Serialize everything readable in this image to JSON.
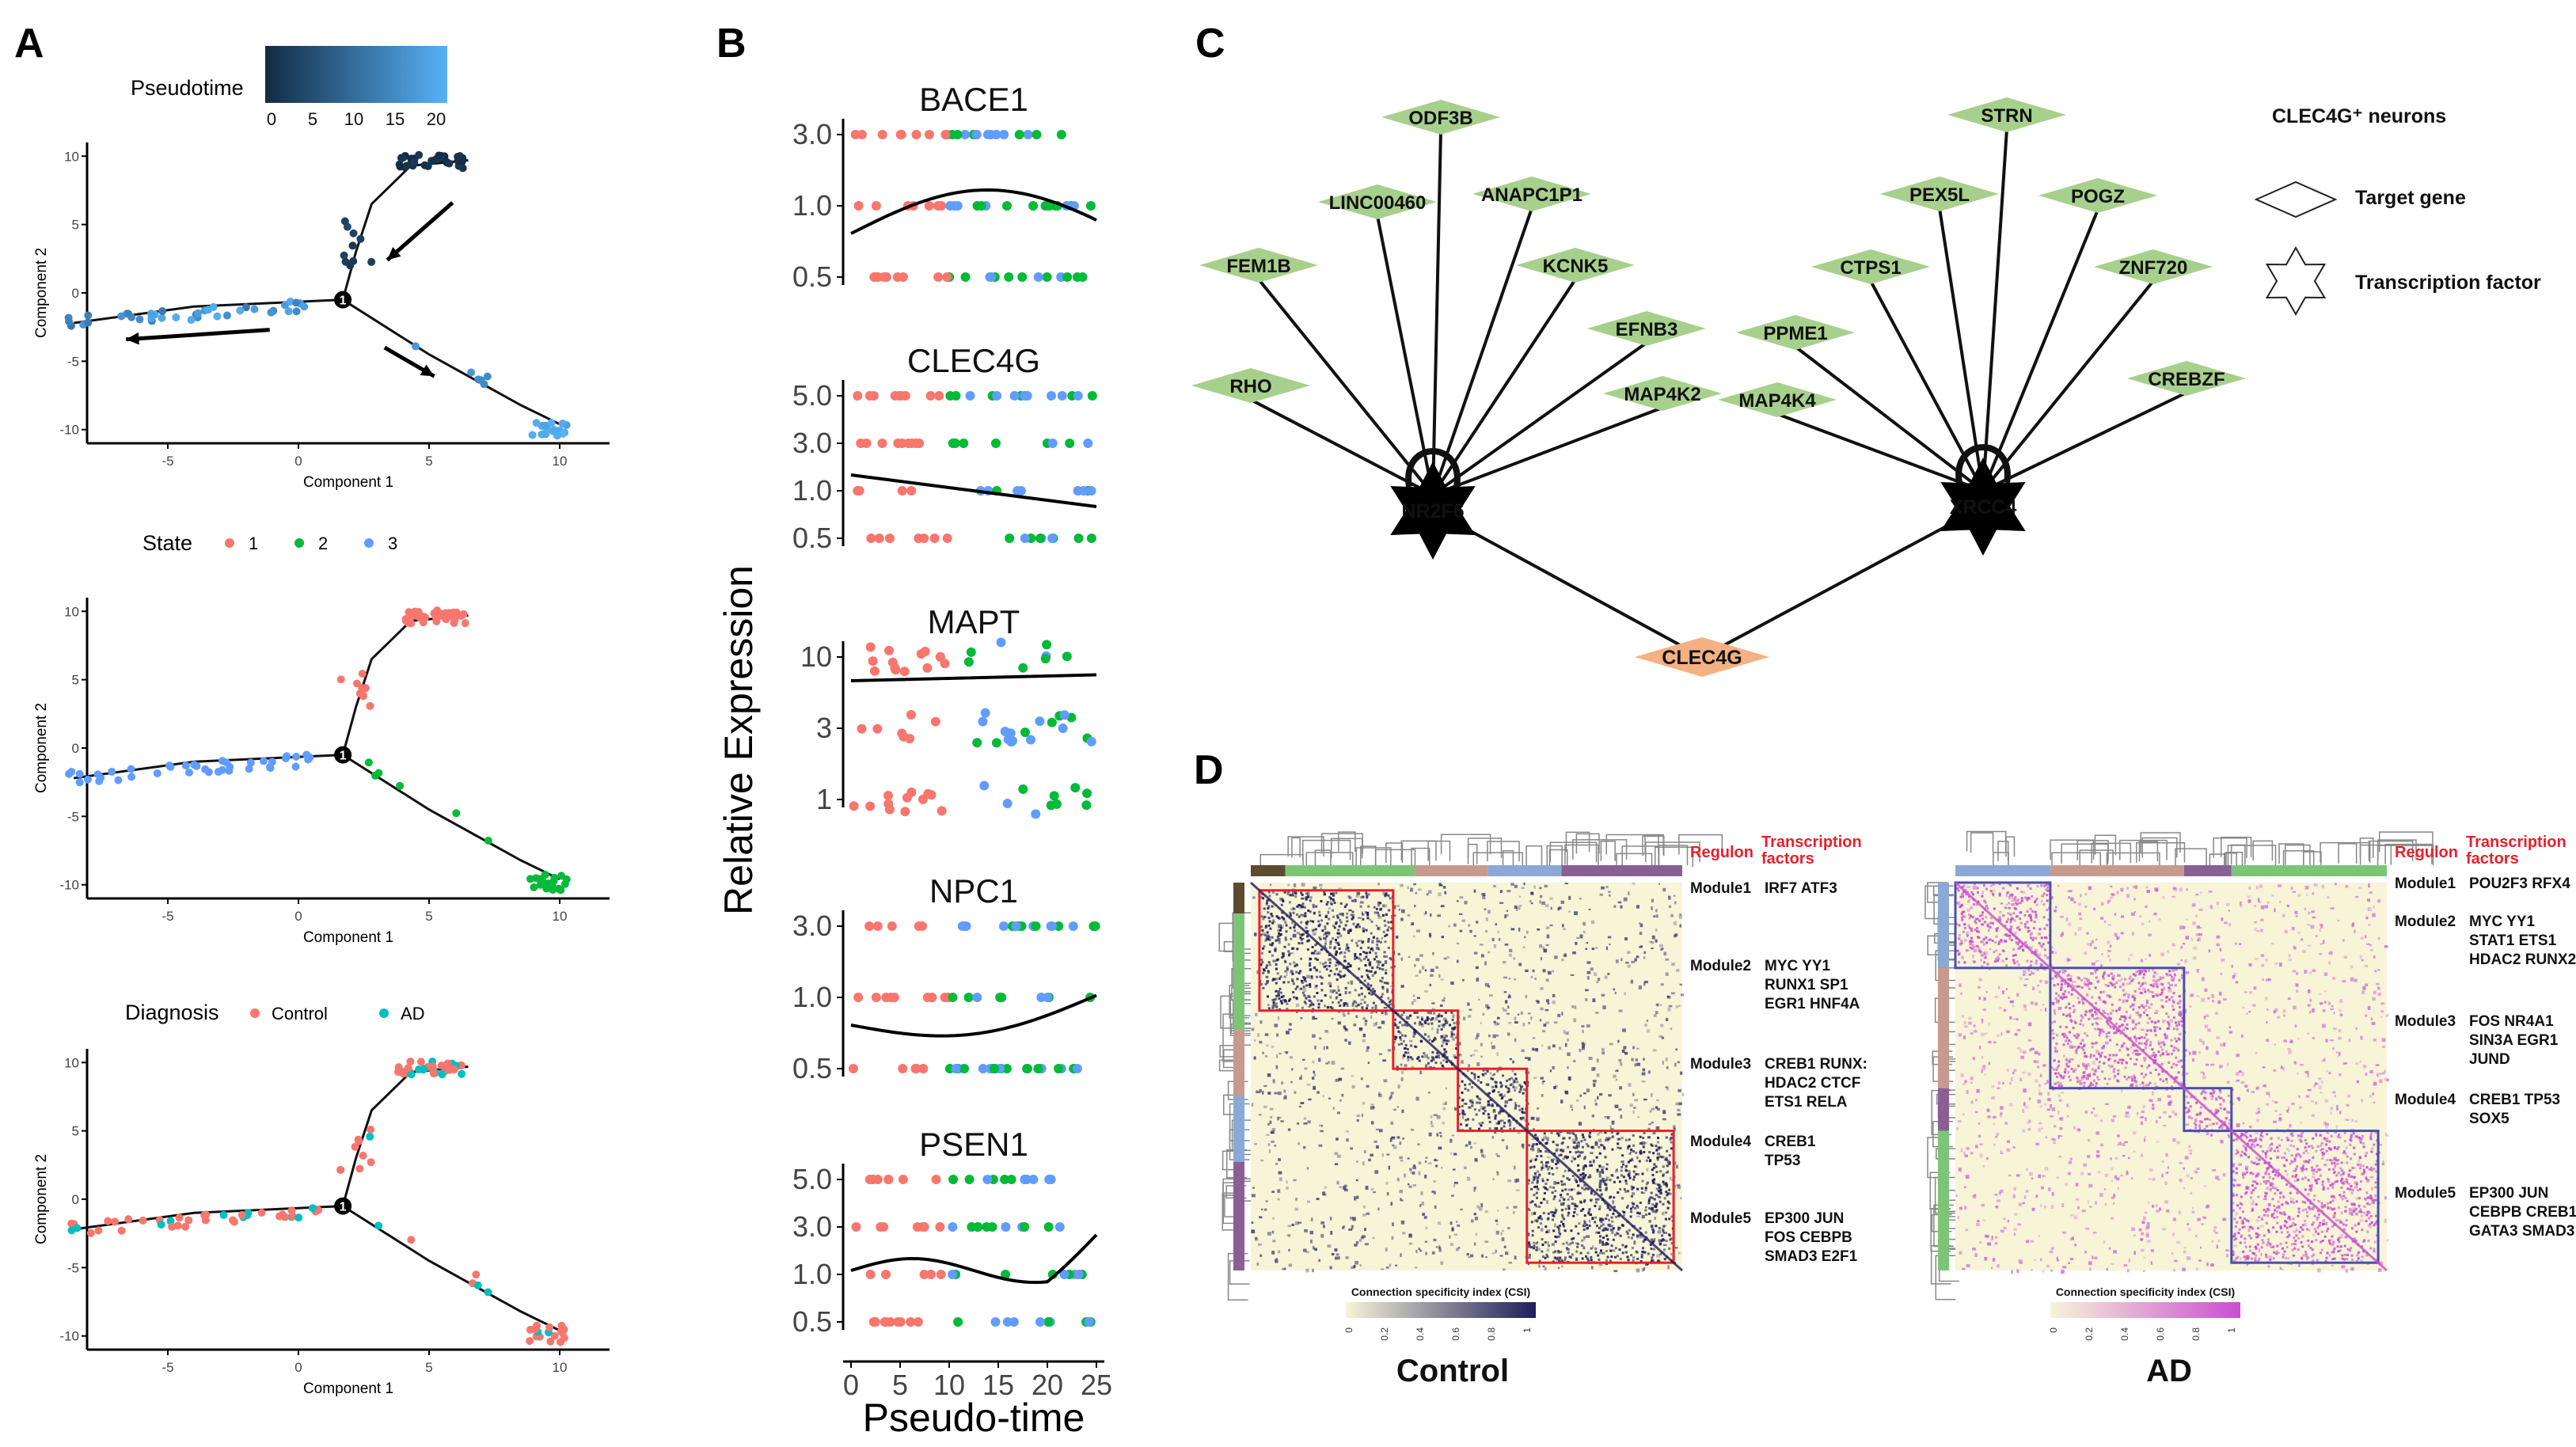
{
  "panels": {
    "A": {
      "letter": "A",
      "pseudotime_legend": {
        "title": "Pseudotime",
        "ticks": [
          "0",
          "5",
          "10",
          "15",
          "20"
        ],
        "colors": [
          "#132b43",
          "#56b1f7"
        ]
      },
      "state_legend": {
        "title": "State",
        "items": [
          {
            "label": "1",
            "color": "#f8766d"
          },
          {
            "label": "2",
            "color": "#00ba38"
          },
          {
            "label": "3",
            "color": "#619cff"
          }
        ]
      },
      "diagnosis_legend": {
        "title": "Diagnosis",
        "items": [
          {
            "label": "Control",
            "color": "#f8766d"
          },
          {
            "label": "AD",
            "color": "#00bfc4"
          }
        ]
      },
      "xlabel": "Component 1",
      "ylabel": "Component 2",
      "xticks": [
        "-5",
        "0",
        "5",
        "10"
      ],
      "yticks": [
        "10",
        "5",
        "0",
        "-5",
        "-10"
      ],
      "branch_node": "1"
    },
    "B": {
      "letter": "B",
      "ylabel": "Relative Expression",
      "xlabel": "Pseudo-time",
      "xticks": [
        "0",
        "5",
        "10",
        "15",
        "20",
        "25"
      ],
      "state_colors": [
        "#f8766d",
        "#00ba38",
        "#619cff"
      ],
      "genes": [
        {
          "name": "BACE1",
          "yticks": [
            "3.0",
            "1.0",
            "0.5"
          ]
        },
        {
          "name": "CLEC4G",
          "yticks": [
            "5.0",
            "3.0",
            "1.0",
            "0.5"
          ]
        },
        {
          "name": "MAPT",
          "yticks": [
            "10",
            "3",
            "1"
          ]
        },
        {
          "name": "NPC1",
          "yticks": [
            "3.0",
            "1.0",
            "0.5"
          ]
        },
        {
          "name": "PSEN1",
          "yticks": [
            "5.0",
            "3.0",
            "1.0",
            "0.5"
          ]
        }
      ]
    },
    "C": {
      "letter": "C",
      "legend": {
        "title": "CLEC4G⁺ neurons",
        "target": "Target gene",
        "tf": "Transcription factor"
      },
      "hubs": [
        "NR2F6",
        "XRCC4"
      ],
      "center": "CLEC4G",
      "left_targets": [
        "ODF3B",
        "LINC00460",
        "ANAPC1P1",
        "FEM1B",
        "KCNK5",
        "EFNB3",
        "RHO",
        "MAP4K2"
      ],
      "right_targets": [
        "STRN",
        "PEX5L",
        "POGZ",
        "CTPS1",
        "ZNF720",
        "PPME1",
        "CREBZF",
        "MAP4K4"
      ],
      "colors": {
        "target": "#a8d08d",
        "tf": "#7f9fd6",
        "center": "#f4b183"
      }
    },
    "D": {
      "letter": "D",
      "regulon_label": "Regulon",
      "tf_label": [
        "Transcription",
        "factors"
      ],
      "csi_title": "Connection specificity index (CSI)",
      "csi_ticks": [
        "0",
        "0.2",
        "0.4",
        "0.6",
        "0.8",
        "1"
      ],
      "control": {
        "label": "Control",
        "modules": [
          {
            "name": "Module1",
            "tfs": [
              "IRF7 ATF3"
            ]
          },
          {
            "name": "Module2",
            "tfs": [
              "MYC YY1",
              "RUNX1 SP1",
              "EGR1 HNF4A"
            ]
          },
          {
            "name": "Module3",
            "tfs": [
              "CREB1 RUNX:",
              "HDAC2 CTCF",
              "ETS1 RELA"
            ]
          },
          {
            "name": "Module4",
            "tfs": [
              "CREB1",
              "TP53"
            ]
          },
          {
            "name": "Module5",
            "tfs": [
              "EP300 JUN",
              "FOS CEBPB",
              "SMAD3 E2F1"
            ]
          }
        ],
        "colors": {
          "low": "#f7f4d8",
          "high": "#1f1e5a",
          "box": "#e8202a"
        }
      },
      "ad": {
        "label": "AD",
        "modules": [
          {
            "name": "Module1",
            "tfs": [
              "POU2F3 RFX4"
            ]
          },
          {
            "name": "Module2",
            "tfs": [
              "MYC YY1",
              "STAT1 ETS1",
              "HDAC2 RUNX2"
            ]
          },
          {
            "name": "Module3",
            "tfs": [
              "FOS NR4A1",
              "SIN3A EGR1",
              "JUND"
            ]
          },
          {
            "name": "Module4",
            "tfs": [
              "CREB1 TP53",
              "SOX5"
            ]
          },
          {
            "name": "Module5",
            "tfs": [
              "EP300 JUN",
              "CEBPB CREB1",
              "GATA3 SMAD3"
            ]
          }
        ],
        "colors": {
          "low": "#f7f4d8",
          "high": "#c94fd0",
          "box": "#4a4fb0"
        }
      },
      "module_colors": [
        "#7cc576",
        "#8aa9d6",
        "#c89a8e",
        "#8a5f95",
        "#5e4a2e"
      ]
    }
  }
}
